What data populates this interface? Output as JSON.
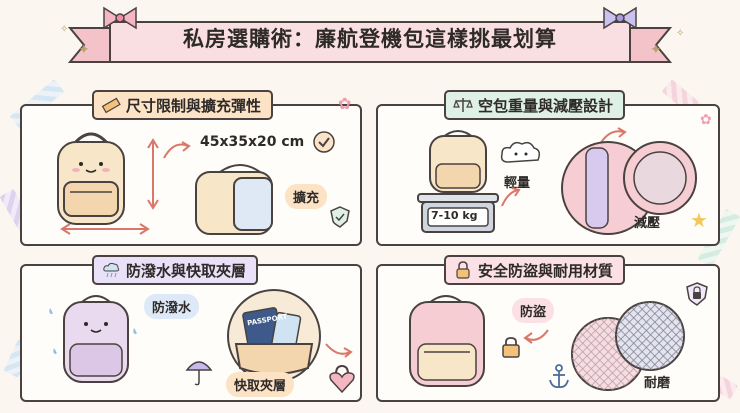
{
  "title": "私房選購術：廉航登機包這樣挑最划算",
  "panels": [
    {
      "heading": "尺寸限制與擴充彈性",
      "icon": "ruler-icon",
      "size_label": "45x35x20 cm",
      "expand_label": "擴充"
    },
    {
      "heading": "空包重量與減壓設計",
      "icon": "scale-icon",
      "weight_label": "7-10 kg",
      "light_label": "輕量",
      "relief_label": "減壓"
    },
    {
      "heading": "防潑水與快取夾層",
      "icon": "rain-cloud-icon",
      "water_label": "防潑水",
      "pocket_label": "快取夾層",
      "passport_label": "PASSPORT"
    },
    {
      "heading": "安全防盜與耐用材質",
      "icon": "lock-icon",
      "theft_label": "防盜",
      "durable_label": "耐磨"
    }
  ],
  "colors": {
    "peach": "#fde3c6",
    "mint": "#dff1e6",
    "lilac": "#e9e1f7",
    "rose": "#fbe1e5",
    "backpack_pink": "#f6cdd3",
    "backpack_cream": "#f8e6c8",
    "outline": "#4a4240"
  }
}
